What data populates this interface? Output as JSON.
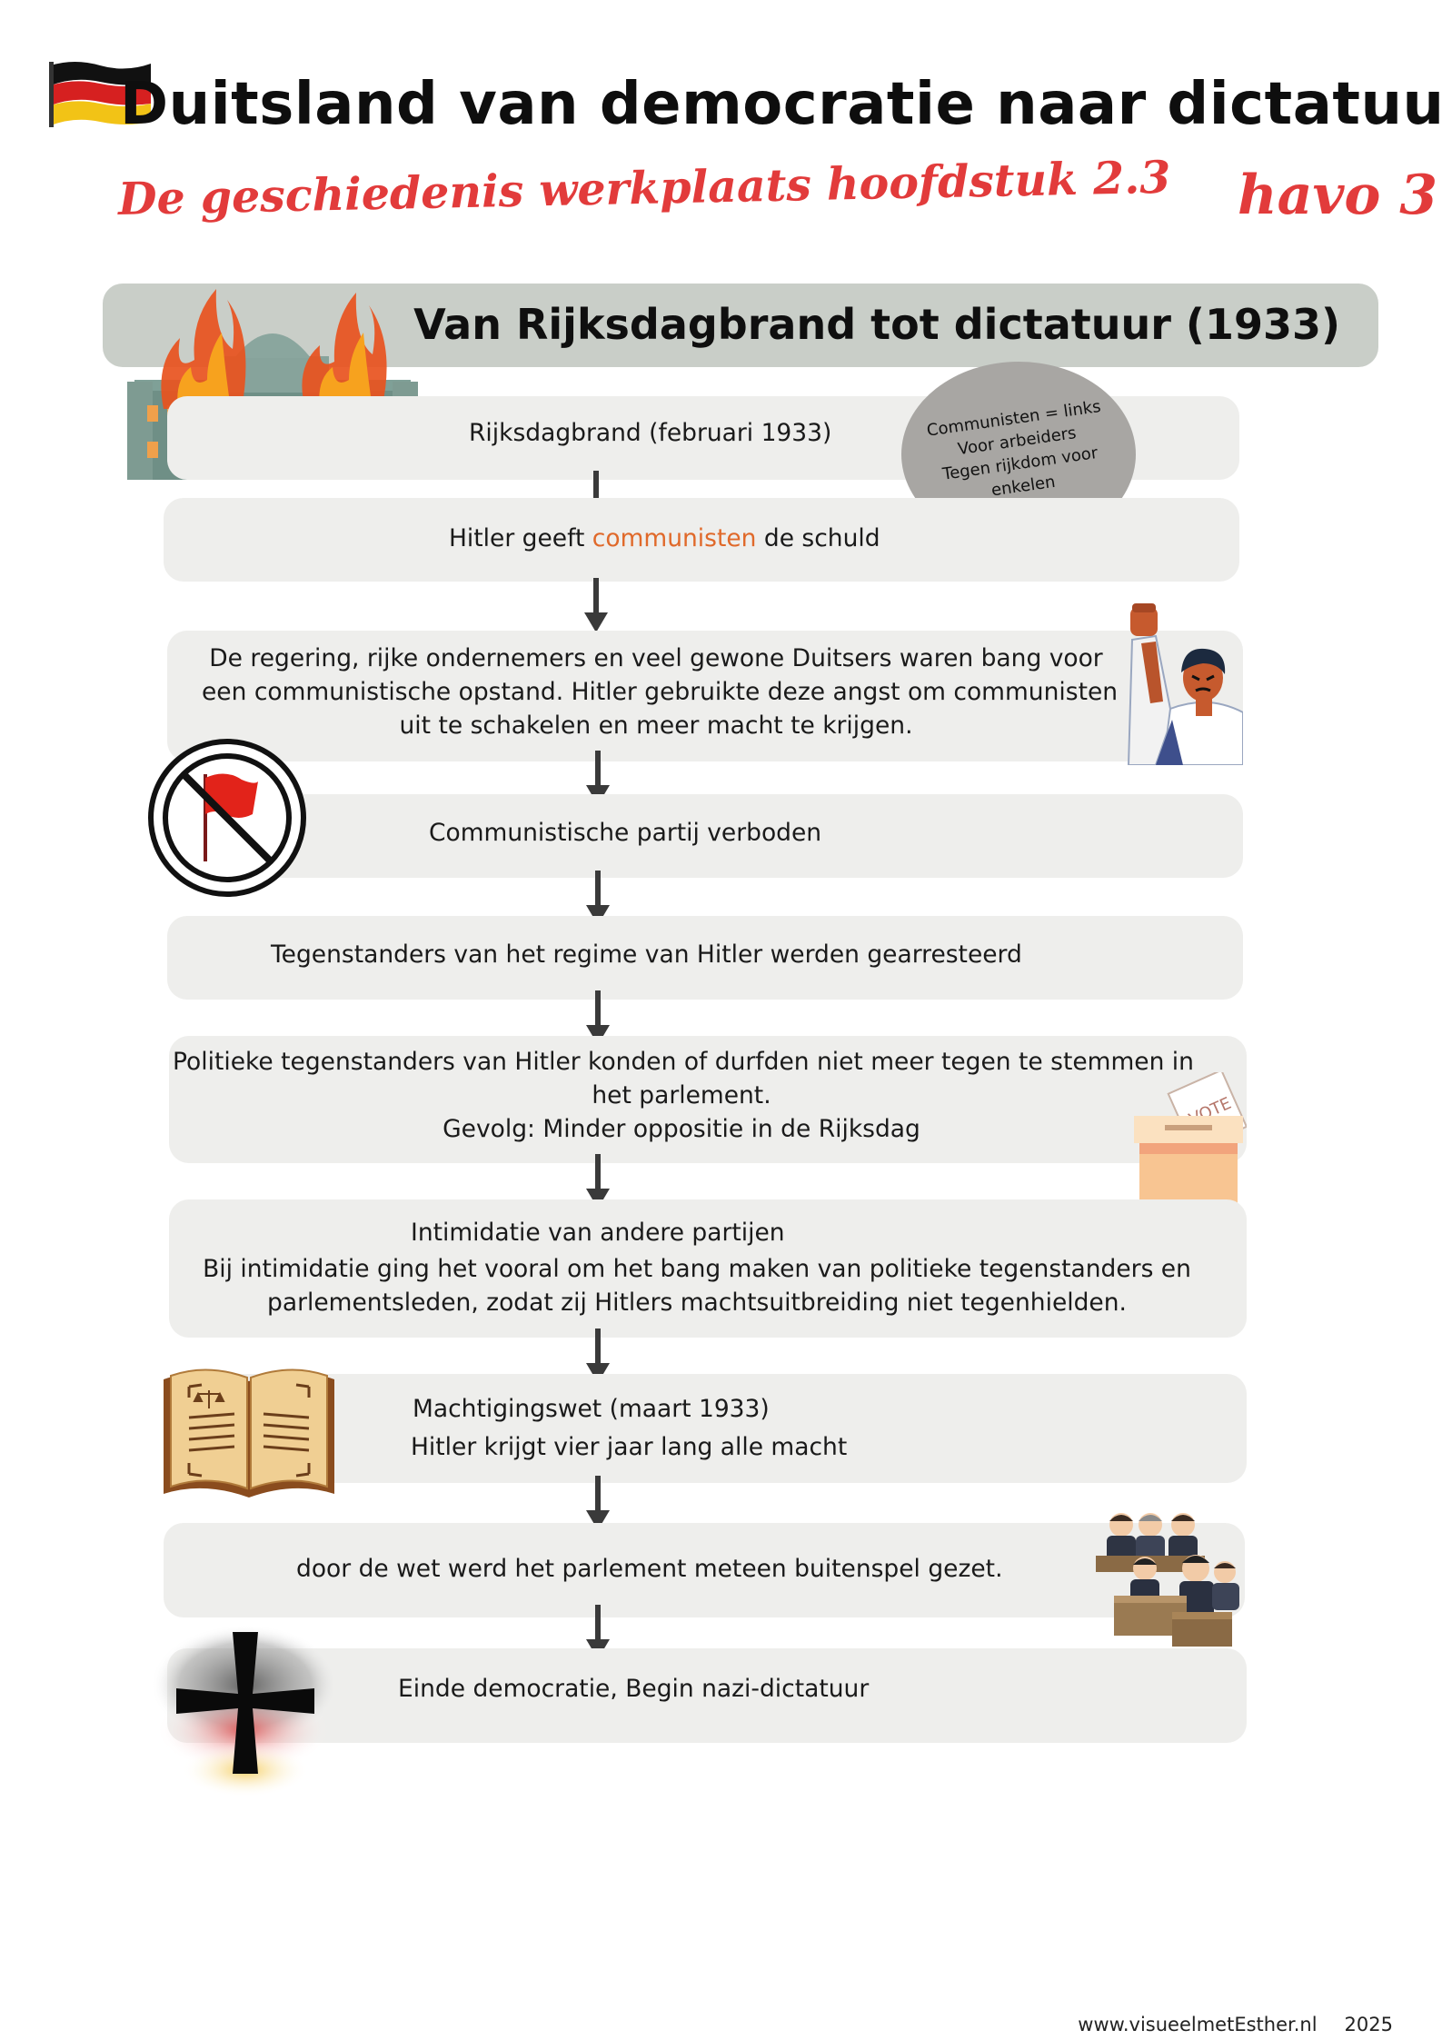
{
  "header": {
    "title": "Duitsland van democratie naar dictatuur",
    "subtitle": "De geschiedenis werkplaats hoofdstuk 2.3",
    "level": "havo 3"
  },
  "section": {
    "title": "Van Rijksdagbrand tot dictatuur (1933)"
  },
  "note": {
    "lines": [
      "Communisten = links",
      "Voor arbeiders",
      "Tegen rijkdom voor",
      "enkelen"
    ]
  },
  "steps": [
    {
      "lines": [
        "Rijksdagbrand (februari 1933)"
      ]
    },
    {
      "before": "Hitler geeft ",
      "highlight": "communisten",
      "after": " de schuld"
    },
    {
      "lines": [
        "De regering, rijke ondernemers en veel gewone Duitsers waren bang voor",
        "een communistische opstand. Hitler gebruikte deze angst om communisten",
        "uit te schakelen en meer macht te krijgen."
      ]
    },
    {
      "lines": [
        "Communistische partij verboden"
      ]
    },
    {
      "lines": [
        "Tegenstanders  van het regime van Hitler werden gearresteerd"
      ]
    },
    {
      "lines": [
        "Politieke tegenstanders van Hitler konden  of durfden niet meer tegen te stemmen in",
        "het parlement.",
        "Gevolg: Minder oppositie in de Rijksdag"
      ]
    },
    {
      "heading": "Intimidatie van andere partijen",
      "lines": [
        "Bij intimidatie ging het vooral om het bang maken van politieke tegenstanders en",
        "parlementsleden, zodat zij Hitlers machtsuitbreiding niet tegenhielden."
      ]
    },
    {
      "lines": [
        "Machtigingswet (maart 1933)",
        "Hitler krijgt vier jaar lang alle macht"
      ]
    },
    {
      "lines": [
        "door de wet werd het parlement meteen buitenspel gezet."
      ]
    },
    {
      "lines": [
        "Einde democratie, Begin nazi-dictatuur"
      ]
    }
  ],
  "ballot_label": "VOTE",
  "footer": {
    "website": "www.visueelmetEsther.nl",
    "year": "2025"
  },
  "colors": {
    "accent_red": "#e23b3b",
    "highlight_orange": "#e0692a",
    "row_bg": "#eeeeec",
    "banner_bg": "#c9cec8",
    "note_bg": "#a8a6a3"
  },
  "icons": [
    "german-flag-icon",
    "burning-reichstag-icon",
    "raised-fist-man-icon",
    "banned-red-flag-icon",
    "ballot-box-icon",
    "law-book-icon",
    "parliament-members-icon",
    "iron-cross-icon",
    "down-arrow-icon"
  ]
}
